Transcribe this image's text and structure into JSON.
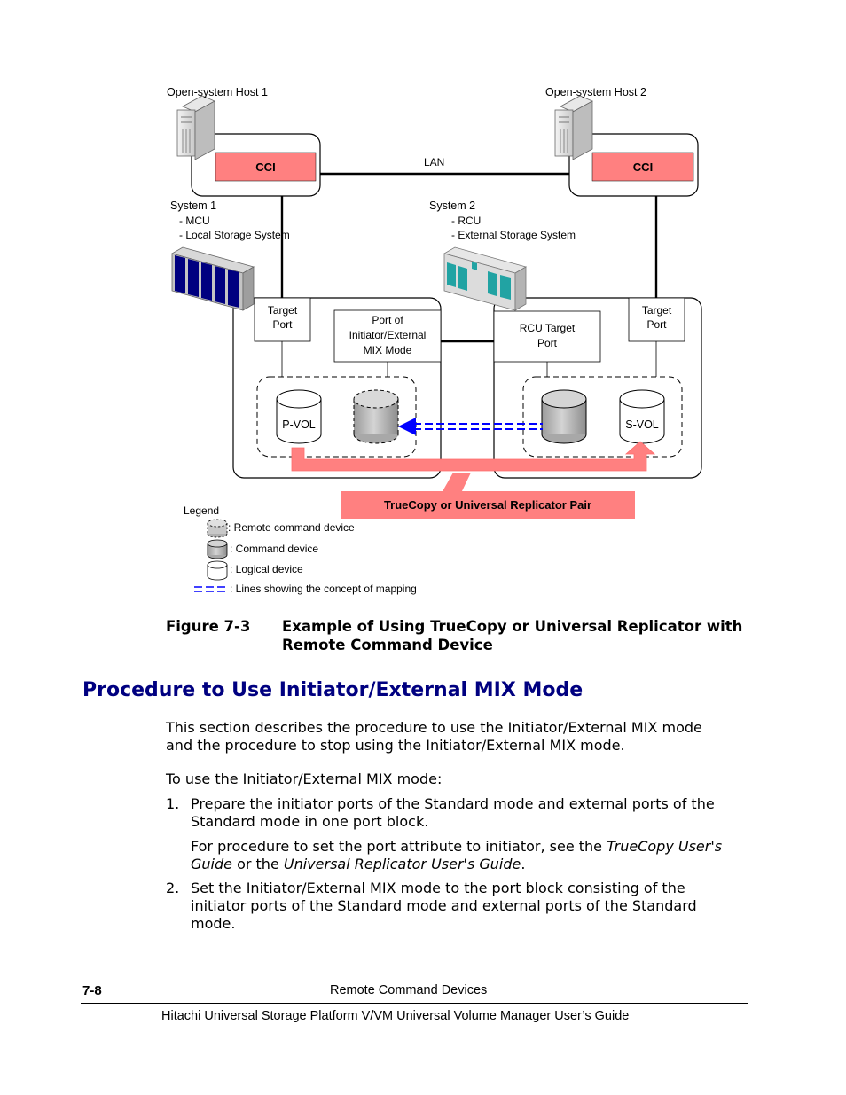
{
  "diagram": {
    "host1_label": "Open-system Host 1",
    "host2_label": "Open-system Host 2",
    "cci_label": "CCI",
    "lan_label": "LAN",
    "system1_title": "System 1",
    "system1_line1": "- MCU",
    "system1_line2": "- Local Storage System",
    "system2_title": "System 2",
    "system2_line1": "- RCU",
    "system2_line2": "- External Storage System",
    "target_port_line1": "Target",
    "target_port_line2": "Port",
    "mix_port_line1": "Port of",
    "mix_port_line2": "Initiator/External",
    "mix_port_line3": "MIX Mode",
    "rcu_port_line1": "RCU Target",
    "rcu_port_line2": "Port",
    "pvol_label": "P-VOL",
    "svol_label": "S-VOL",
    "pair_label": "TrueCopy or Universal Replicator Pair",
    "legend_title": "Legend",
    "legend_remote": ": Remote command device",
    "legend_command": ": Command device",
    "legend_logical": ": Logical device",
    "legend_mapping": ": Lines showing the concept of mapping",
    "colors": {
      "cci_fill": "#ff8080",
      "pair_fill": "#ff8080",
      "mapping_line": "#0000ff",
      "server_blue": "#000080",
      "storage_teal": "#21a3a3"
    }
  },
  "figure": {
    "number": "Figure 7-3",
    "title_line1": "Example of Using TrueCopy or Universal Replicator with",
    "title_line2": "Remote Command Device"
  },
  "section": {
    "heading": "Procedure to Use Initiator/External MIX Mode",
    "intro_line1": "This section describes the procedure to use the Initiator/External MIX mode",
    "intro_line2": "and the procedure to stop using the Initiator/External MIX mode.",
    "lead": "To use the Initiator/External MIX mode:",
    "step1_num": "1.",
    "step1_line1": "Prepare the initiator ports of the Standard mode and external ports of the",
    "step1_line2": "Standard mode in one port block.",
    "step1_note_a": "For procedure to set the port attribute to initiator, see the ",
    "step1_note_b": "TrueCopy User's",
    "step1_note_c": "Guide",
    "step1_note_d": " or the ",
    "step1_note_e": "Universal Replicator User's Guide",
    "step1_note_f": ".",
    "step2_num": "2.",
    "step2_line1": "Set the Initiator/External MIX mode to the port block consisting of the",
    "step2_line2": "initiator ports of the Standard mode and external ports of the Standard",
    "step2_line3": "mode."
  },
  "footer": {
    "page_number": "7-8",
    "chapter": "Remote Command Devices",
    "book_title": "Hitachi Universal Storage Platform V/VM Universal Volume Manager User’s Guide"
  }
}
